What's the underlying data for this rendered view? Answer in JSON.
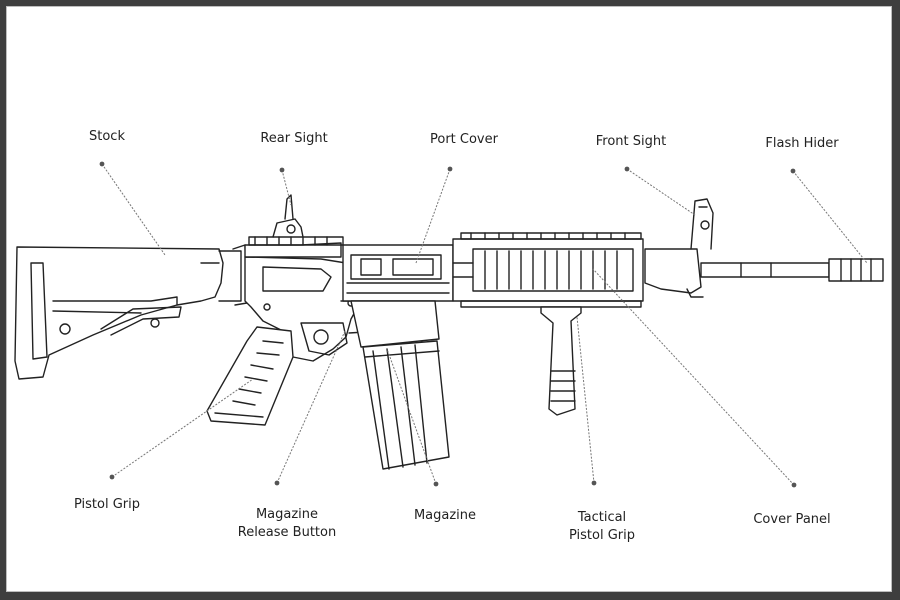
{
  "labels": {
    "stock": "Stock",
    "rear_sight": "Rear Sight",
    "port_cover": "Port Cover",
    "front_sight": "Front Sight",
    "flash_hider": "Flash Hider",
    "pistol_grip": "Pistol Grip",
    "magazine_release_line1": "Magazine",
    "magazine_release_line2": "Release Button",
    "magazine": "Magazine",
    "tactical_grip_line1": "Tactical",
    "tactical_grip_line2": "Pistol Grip",
    "cover_panel": "Cover Panel"
  },
  "colors": {
    "frame_border": "#3e3e3e",
    "line": "#222222",
    "leader": "#777777"
  }
}
